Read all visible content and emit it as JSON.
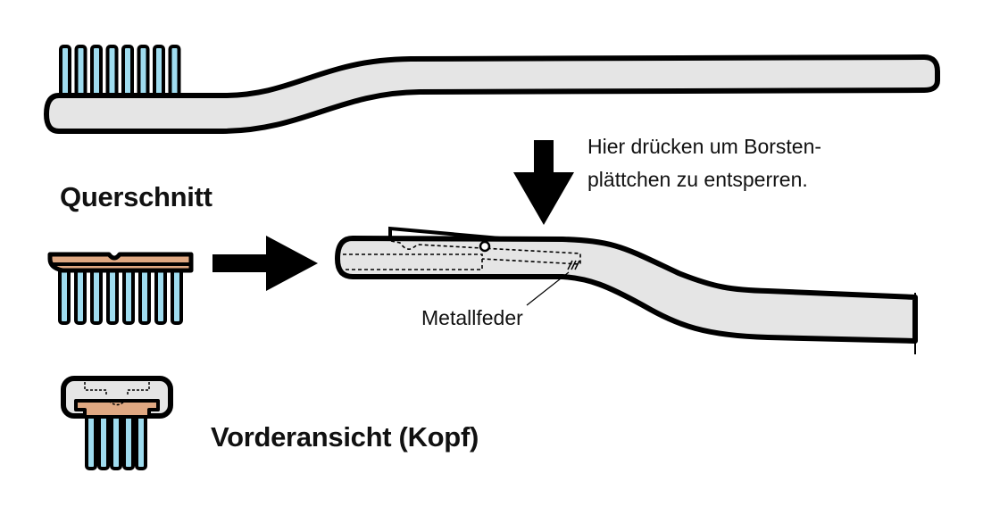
{
  "labels": {
    "cross_section": "Querschnitt",
    "front_view": "Vorderansicht (Kopf)",
    "instruction_line1": "Hier drücken um Borsten-",
    "instruction_line2": "plättchen zu entsperren.",
    "spring": "Metallfeder"
  },
  "colors": {
    "handle": "#e5e5e5",
    "bristle_plate": "#dfa882",
    "bristle": "#9fdcef",
    "outline": "#000000"
  },
  "icons": [
    "down-arrow-icon",
    "right-arrow-icon"
  ]
}
